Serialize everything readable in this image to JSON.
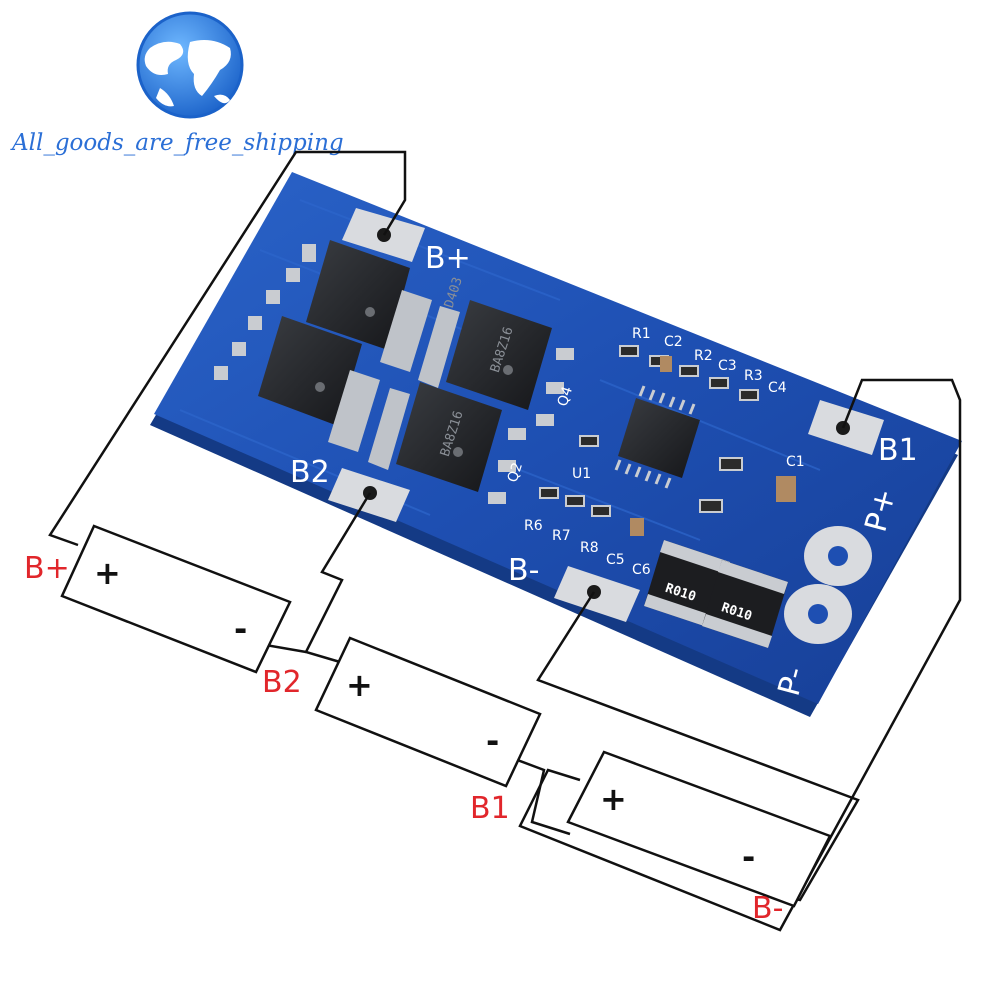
{
  "branding": {
    "shop_name": "All_goods_are_free_shipping",
    "logo_icon": "globe-icon"
  },
  "pcb": {
    "pad_labels": {
      "b_plus": "B+",
      "b2": "B2",
      "b1": "B1",
      "b_minus": "B-",
      "p_plus": "P+",
      "p_minus": "P-"
    },
    "component_labels": [
      "R1",
      "C2",
      "R2",
      "C3",
      "R3",
      "C4",
      "C1",
      "R6",
      "R7",
      "R8",
      "C5",
      "C6",
      "Q4",
      "Q2",
      "U1",
      "D403"
    ],
    "resistor_marking": "R010",
    "mosfet_marking": "BA8Z16"
  },
  "wiring": {
    "labels": {
      "b_plus": "B+",
      "b2": "B2",
      "b1": "B1",
      "b_minus": "B-"
    },
    "battery_plus": "+",
    "battery_minus": "-"
  },
  "colors": {
    "pcb_blue": "#1f4fb0",
    "pad_silver": "#d9dbdf",
    "label_red": "#e1262b",
    "brand_blue": "#2b6fd6"
  }
}
